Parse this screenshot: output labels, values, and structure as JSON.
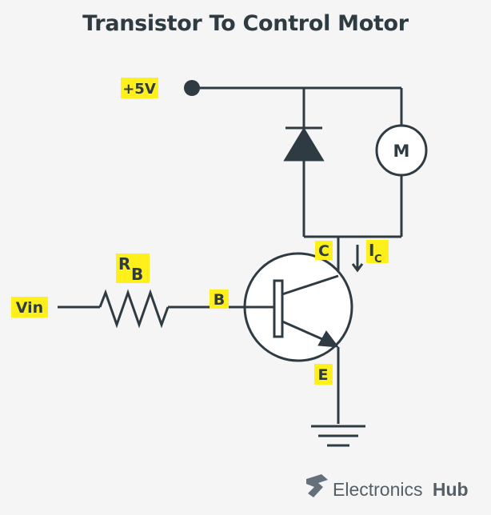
{
  "title": "Transistor To Control Motor",
  "labels": {
    "supply": "+5V",
    "motor": "M",
    "collector": "C",
    "current_main": "I",
    "current_sub": "C",
    "resistor_main": "R",
    "resistor_sub": "B",
    "base": "B",
    "emitter": "E",
    "input": "Vin"
  },
  "brand": {
    "name_light": "Electronics",
    "name_bold": "Hub"
  },
  "colors": {
    "wire": "#2f3b42",
    "label_highlight": "#ffef1a",
    "background": "#f5f5f5",
    "brand_text": "#555f66"
  }
}
